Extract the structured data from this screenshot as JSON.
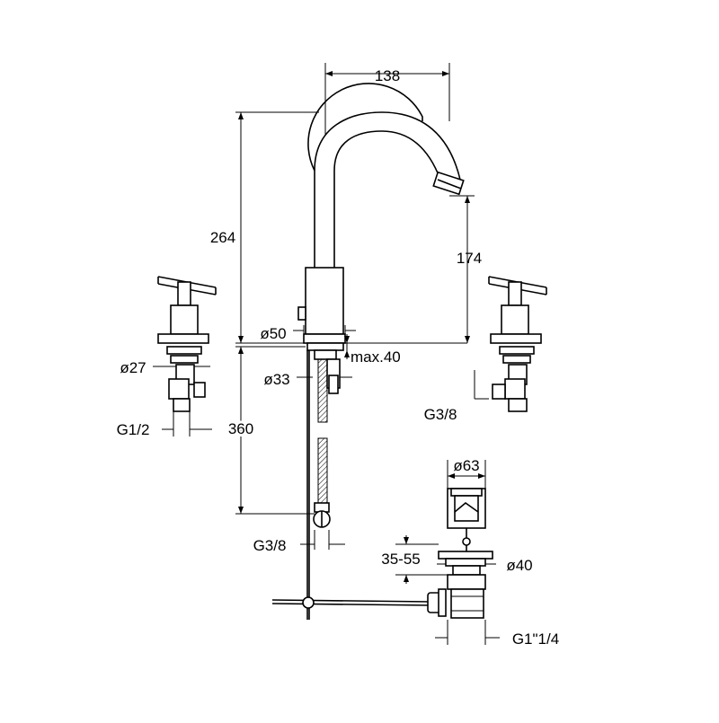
{
  "dimensions": {
    "spout_reach": "138",
    "total_height": "264",
    "spout_height": "174",
    "base_diameter": "ø50",
    "max_thickness": "max.40",
    "shank_diameter": "ø33",
    "valve_shank_diameter": "ø27",
    "below_deck_length": "360",
    "valve_connection_left": "G1/2",
    "valve_connection_right": "G3/8",
    "hose_connection": "G3/8",
    "waste_diameter": "ø63",
    "waste_range": "35-55",
    "waste_hole": "ø40",
    "waste_thread": "G1\"1/4"
  },
  "colors": {
    "line": "#000000",
    "background": "#ffffff"
  }
}
